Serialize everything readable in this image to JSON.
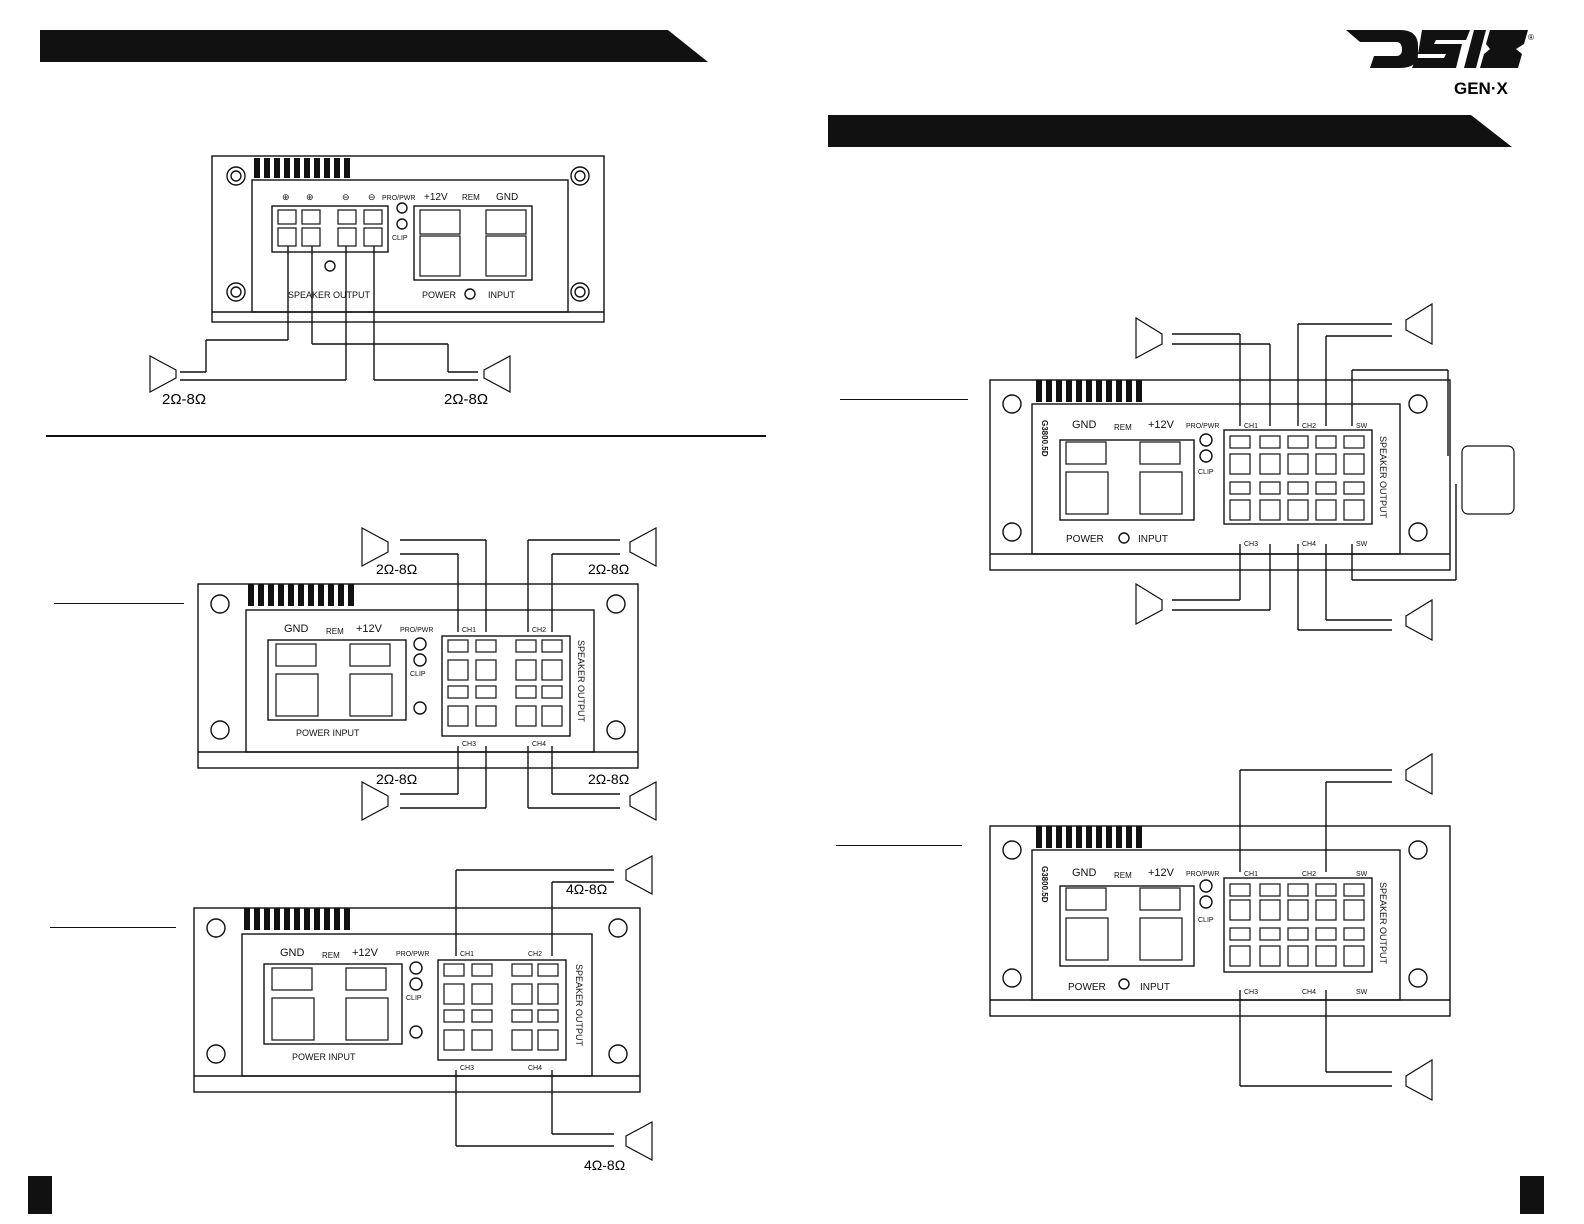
{
  "brand": {
    "name": "DS18",
    "sub": "GEN·X",
    "registered": "®"
  },
  "amp_labels": {
    "gnd": "GND",
    "rem": "REM",
    "plus12": "+12V",
    "pro_pwr": "PRO/PWR",
    "clip": "CLIP",
    "power_input": "POWER INPUT",
    "power": "POWER",
    "input": "INPUT",
    "speaker_output": "SPEAKER OUTPUT",
    "model": "G3800.5D",
    "ch1": "CH1",
    "ch2": "CH2",
    "ch3": "CH3",
    "ch4": "CH4",
    "sw": "SW",
    "plus": "⊕",
    "minus": "⊖"
  },
  "impedance": {
    "two_eight": "2Ω-8Ω",
    "four_eight": "4Ω-8Ω"
  },
  "colors": {
    "ink": "#111111",
    "paper": "#ffffff"
  }
}
